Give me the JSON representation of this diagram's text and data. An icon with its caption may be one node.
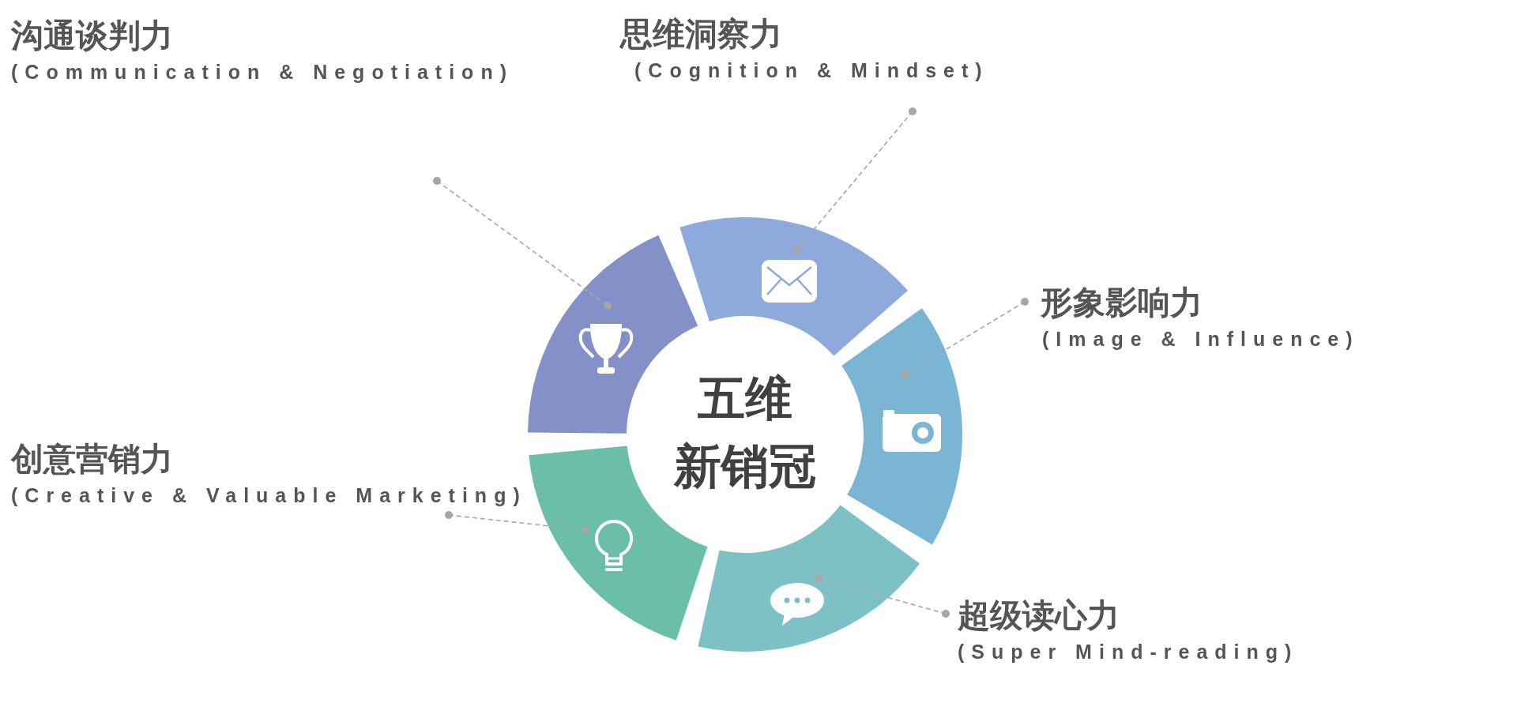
{
  "diagram": {
    "nodes": [
      {
        "text": [
          "沟通谈判力",
          "(Communication & Negotiation)"
        ]
      },
      {
        "text": [
          "思维洞察力",
          "(Cognition & Mindset)"
        ]
      },
      {
        "text": [
          "形象影响力",
          "(Image & Influence)"
        ]
      },
      {
        "text": [
          "创意营销力",
          "(Creative & Valuable Marketing)"
        ]
      },
      {
        "text": [
          "超级读心力",
          "(Super Mind-reading)"
        ]
      },
      {
        "text": [
          "五维",
          "新销冠"
        ]
      },
      {
        "text": [],
        "shape": "segment"
      },
      {
        "text": [],
        "shape": "segment"
      },
      {
        "text": [],
        "shape": "segment"
      },
      {
        "text": [],
        "shape": "segment"
      },
      {
        "text": [],
        "shape": "segment"
      }
    ],
    "edges": [
      {
        "from": 0,
        "to": 6,
        "arrow": "other",
        "style": "dashed"
      },
      {
        "from": 1,
        "to": 7,
        "arrow": "other",
        "style": "dashed"
      },
      {
        "from": 2,
        "to": 8,
        "arrow": "other",
        "style": "dashed"
      },
      {
        "from": 4,
        "to": 9,
        "arrow": "other",
        "style": "dashed"
      },
      {
        "from": 3,
        "to": 10,
        "arrow": "other",
        "style": "dashed"
      }
    ]
  }
}
